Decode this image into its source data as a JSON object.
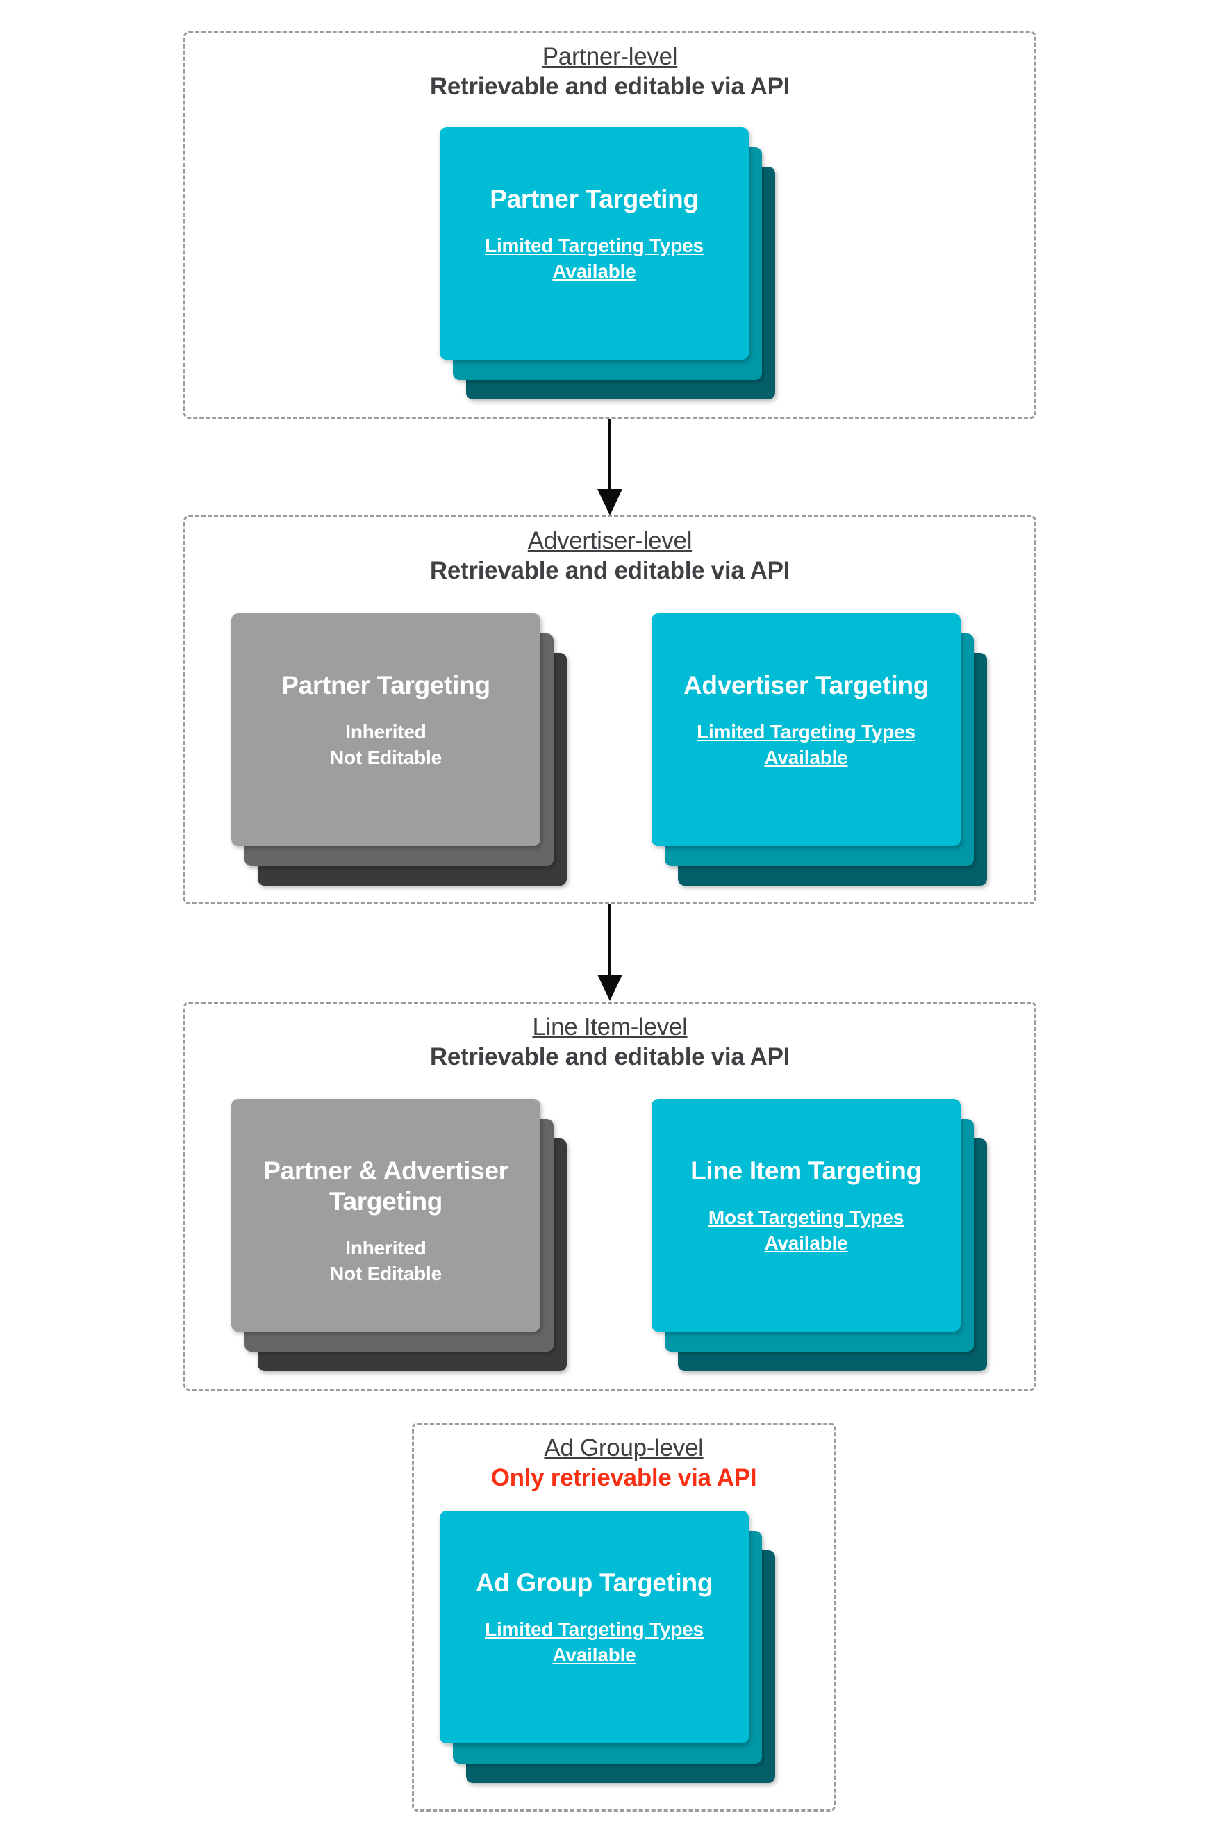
{
  "colors": {
    "teal": "#00bcd4",
    "teal_mid": "#0097a7",
    "teal_dark": "#03606a",
    "gray": "#9e9e9e",
    "gray_mid": "#666666",
    "gray_dark": "#3a3a3a",
    "heading": "#3e4043",
    "red": "#fa3014",
    "border": "#9b9b9b",
    "arrow": "#0b0b0b"
  },
  "sections": [
    {
      "title": "Partner-level",
      "subtitle": "Retrievable and editable via API",
      "cards": [
        {
          "style": "teal",
          "title": "Partner Targeting",
          "subtitle_lines": [
            "Limited Targeting Types",
            "Available"
          ],
          "subtitle_underlined": true
        }
      ]
    },
    {
      "title": "Advertiser-level",
      "subtitle": "Retrievable and editable via API",
      "cards": [
        {
          "style": "gray",
          "title": "Partner Targeting",
          "subtitle_lines": [
            "Inherited",
            "Not Editable"
          ],
          "subtitle_underlined": false
        },
        {
          "style": "teal",
          "title": "Advertiser Targeting",
          "subtitle_lines": [
            "Limited Targeting Types",
            "Available"
          ],
          "subtitle_underlined": true
        }
      ]
    },
    {
      "title": "Line Item-level",
      "subtitle": "Retrievable and editable via API",
      "cards": [
        {
          "style": "gray",
          "title": "Partner & Advertiser Targeting",
          "subtitle_lines": [
            "Inherited",
            "Not Editable"
          ],
          "subtitle_underlined": false
        },
        {
          "style": "teal",
          "title": "Line Item Targeting",
          "subtitle_lines": [
            "Most Targeting Types",
            "Available"
          ],
          "subtitle_underlined": true
        }
      ]
    },
    {
      "title": "Ad Group-level",
      "subtitle": "Only retrievable via API",
      "subtitle_color": "red",
      "cards": [
        {
          "style": "teal",
          "title": "Ad Group Targeting",
          "subtitle_lines": [
            "Limited Targeting Types",
            "Available"
          ],
          "subtitle_underlined": true
        }
      ]
    }
  ],
  "arrows": [
    {
      "from": "Partner-level",
      "to": "Advertiser-level"
    },
    {
      "from": "Advertiser-level",
      "to": "Line Item-level"
    }
  ]
}
